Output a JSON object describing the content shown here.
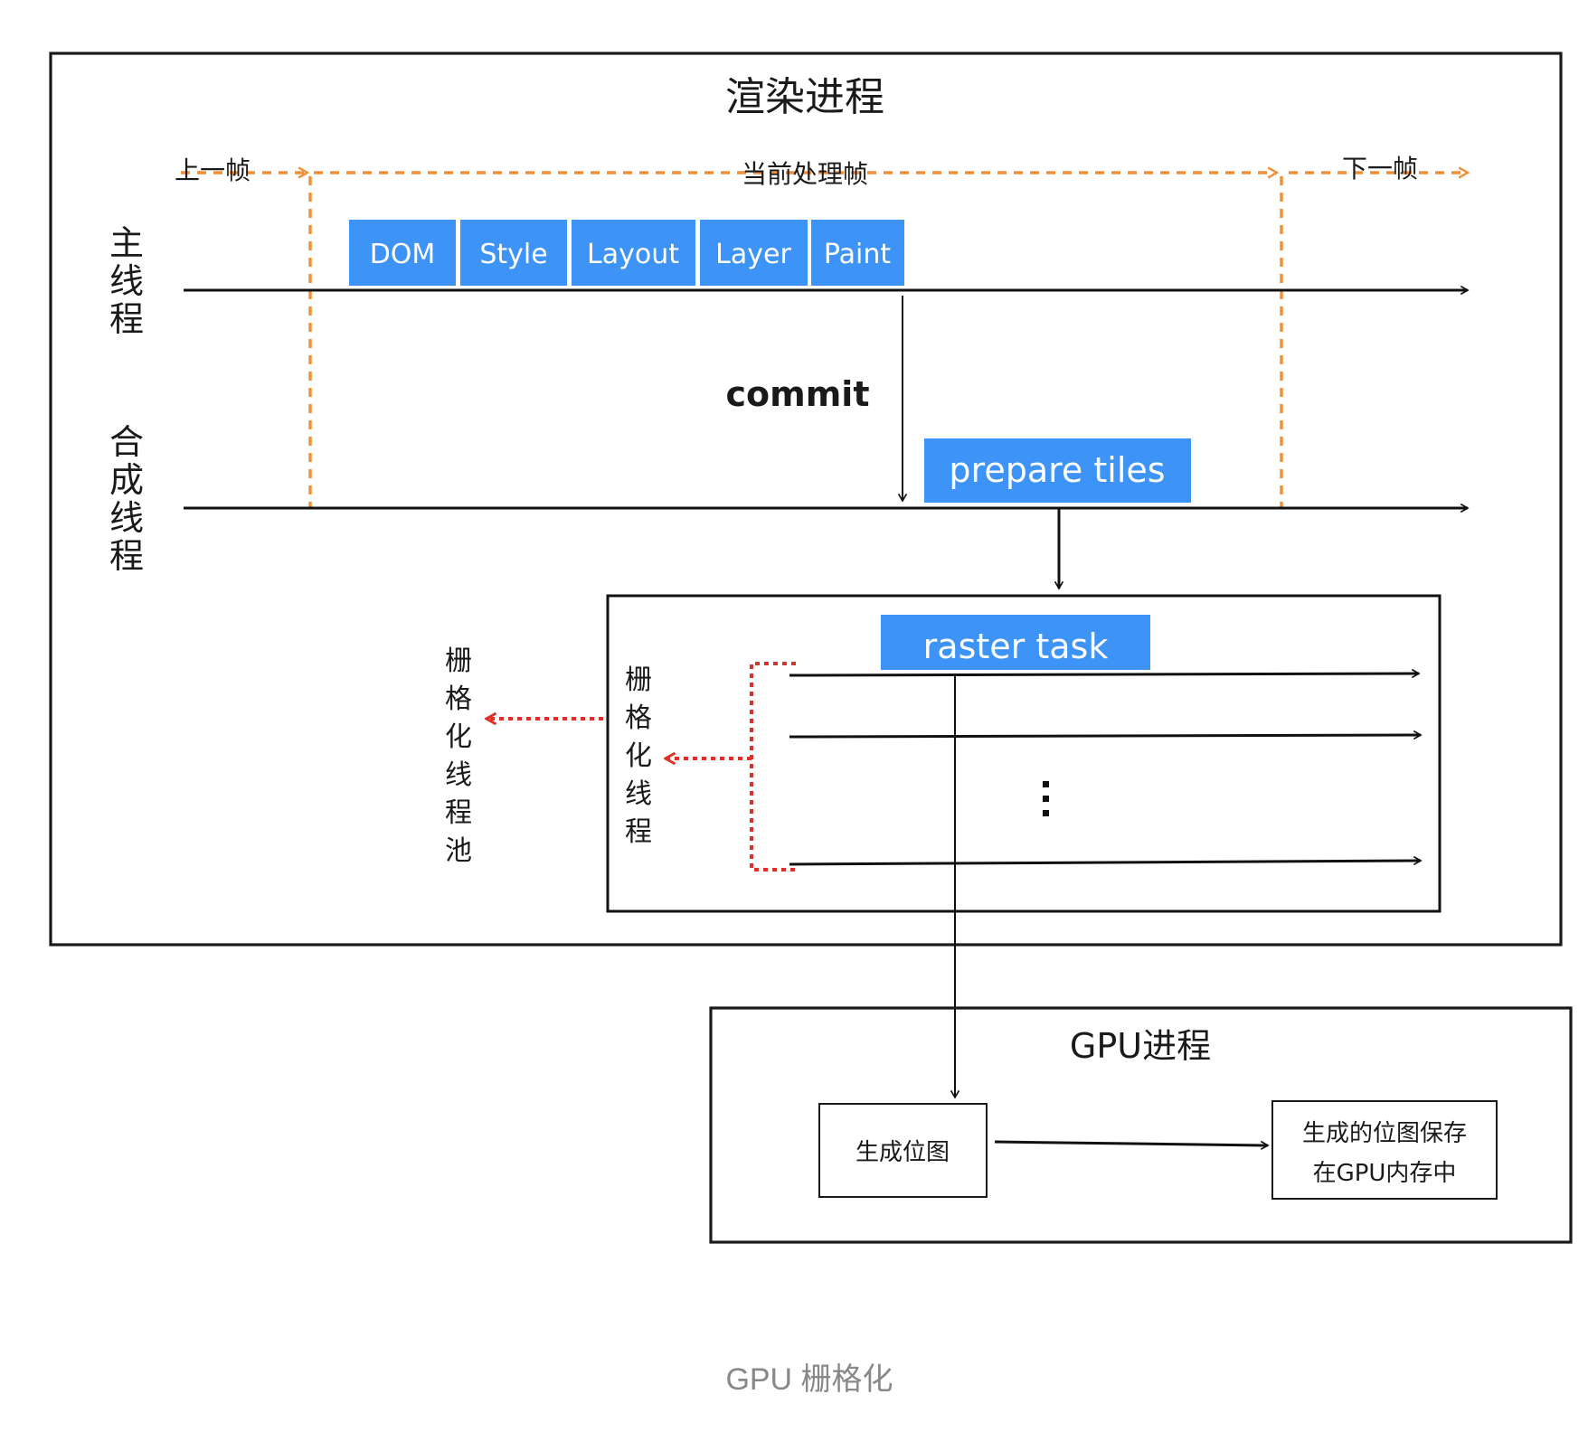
{
  "diagram": {
    "render_process": {
      "title": "渲染进程",
      "frames": {
        "previous": "上一帧",
        "current": "当前处理帧",
        "next": "下一帧"
      },
      "threads": {
        "main": [
          "主",
          "线",
          "程"
        ],
        "compositor": [
          "合",
          "成",
          "线",
          "程"
        ]
      },
      "main_thread_tasks": [
        "DOM",
        "Style",
        "Layout",
        "Layer",
        "Paint"
      ],
      "commit_label": "commit",
      "prepare_tiles_label": "prepare tiles",
      "raster_pool": {
        "raster_task_label": "raster task",
        "thread_label": [
          "栅",
          "格",
          "化",
          "线",
          "程"
        ],
        "pool_label": [
          "栅",
          "格",
          "化",
          "线",
          "程",
          "池"
        ],
        "ellipsis": "⋮"
      }
    },
    "gpu_process": {
      "title": "GPU进程",
      "step1": "生成位图",
      "step2_line1": "生成的位图保存",
      "step2_line2": "在GPU内存中"
    },
    "colors": {
      "task_blue": "#3d94f6",
      "frame_orange": "#f0913a",
      "pool_red": "#d9322a"
    }
  },
  "caption": "GPU 栅格化"
}
